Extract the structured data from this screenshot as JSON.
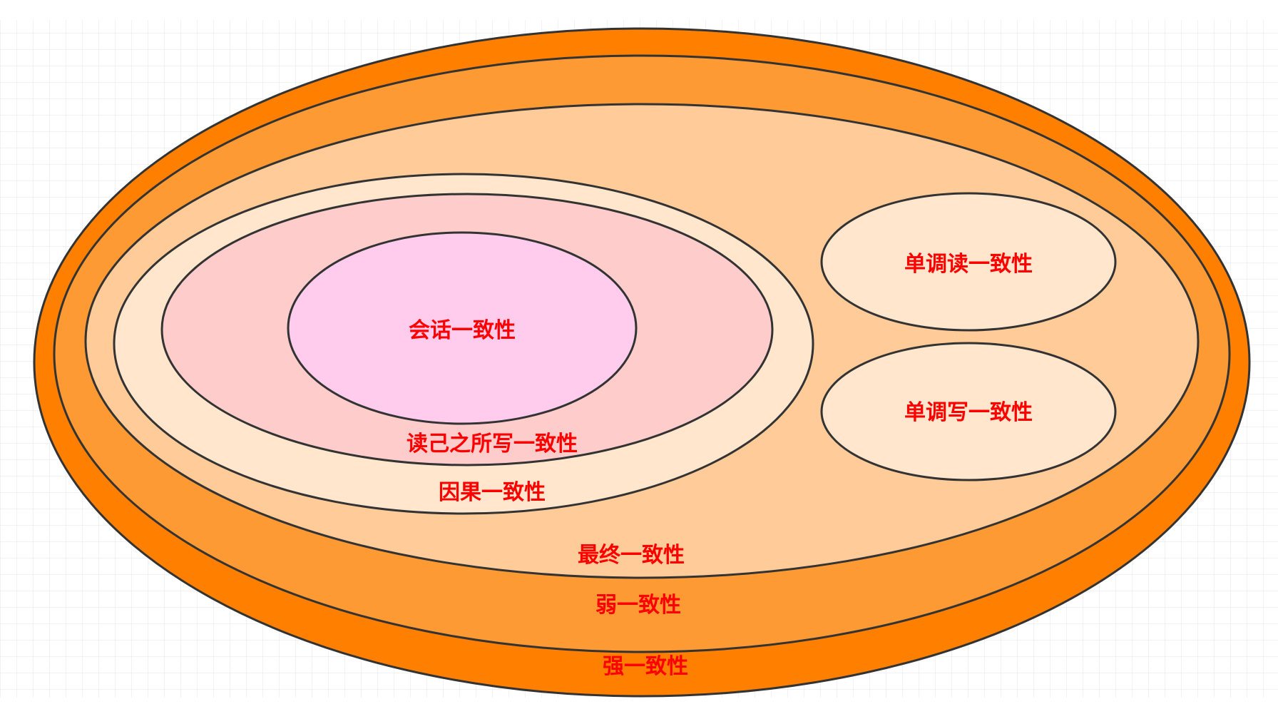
{
  "colors": {
    "background": "#ffffff",
    "grid_line": "#e6e6e6",
    "outline": "#333333",
    "label_text": "#ff0000",
    "strong_fill": "#ff7f00",
    "weak_fill": "#fd9a33",
    "eventual_fill": "#ffcc99",
    "causal_fill": "#ffe6cc",
    "read_your_writes_fill": "#ffcccc",
    "session_fill": "#ffccee",
    "monotonic_read_fill": "#ffe6cc",
    "monotonic_write_fill": "#ffe6cc"
  },
  "diagram": {
    "labels": {
      "strong": "强一致性",
      "weak": "弱一致性",
      "eventual": "最终一致性",
      "causal": "因果一致性",
      "read_your_writes": "读己之所写一致性",
      "session": "会话一致性",
      "monotonic_read": "单调读一致性",
      "monotonic_write": "单调写一致性"
    }
  }
}
